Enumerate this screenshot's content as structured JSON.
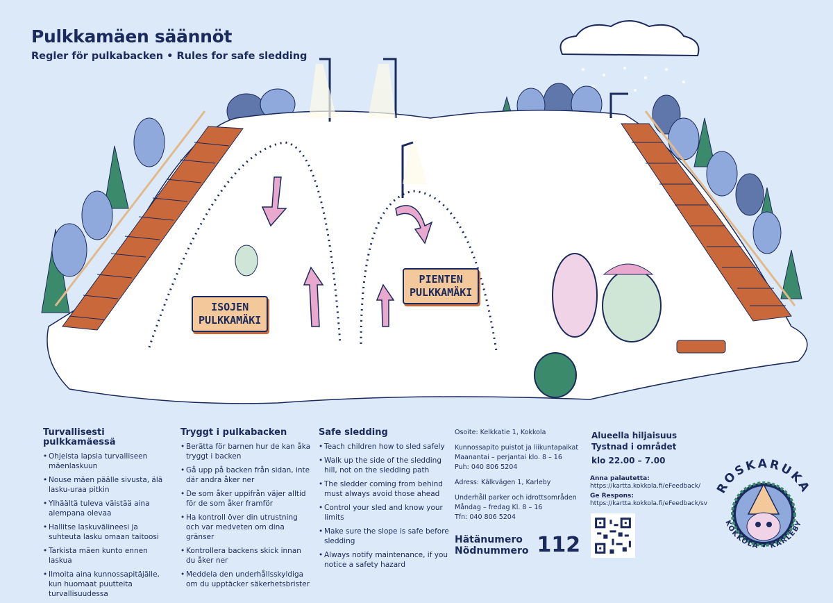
{
  "header": {
    "title": "Pulkkamäen säännöt",
    "subtitle": "Regler för pulkabacken • Rules for safe sledding"
  },
  "signs": {
    "big": [
      "ISOJEN",
      "PULKKAMÄKI"
    ],
    "small": [
      "PIENTEN",
      "PULKKAMÄKI"
    ]
  },
  "rules_fi": {
    "heading": "Turvallisesti pulkkamäessä",
    "items": [
      "Ohjeista lapsia turvalliseen mäenlaskuun",
      "Nouse mäen päälle sivusta, älä lasku-uraa pitkin",
      "Ylhäältä tuleva väistää aina alempana olevaa",
      "Hallitse laskuvälineesi ja suhteuta lasku omaan taitoosi",
      "Tarkista mäen kunto ennen laskua",
      "Ilmoita aina kunnossapitäjälle, kun huomaat puutteita turvallisuudessa"
    ]
  },
  "rules_sv": {
    "heading": "Tryggt i pulkabacken",
    "items": [
      "Berätta för barnen hur de kan åka tryggt i backen",
      "Gå upp på backen från sidan, inte där andra åker ner",
      "De som åker uppifrån väjer alltid för de som åker framför",
      "Ha kontroll över din utrustning och var medveten om dina gränser",
      "Kontrollera backens skick innan du åker ner",
      "Meddela den underhållsskyldiga om du upptäcker säkerhetsbrister"
    ]
  },
  "rules_en": {
    "heading": "Safe sledding",
    "items": [
      "Teach children how to sled safely",
      "Walk up the side of the sledding hill, not on the sledding path",
      "The sledder coming from behind must always avoid those ahead",
      "Control your sled and know your limits",
      "Make sure the slope is safe before sledding",
      "Always notify maintenance, if you notice a safety hazard"
    ]
  },
  "info": {
    "address_fi": "Osoite: Kelkkatie 1, Kokkola",
    "maint_fi": [
      "Kunnossapito puistot ja liikuntapaikat",
      "Maanantai – perjantai klo. 8 – 16",
      "Puh: 040 806 5204"
    ],
    "address_sv": "Adress: Kälkvägen 1, Karleby",
    "maint_sv": [
      "Underhåll parker och idrottsområden",
      "Måndag – fredag Kl. 8 – 16",
      "Tfn:  040 806 5204"
    ]
  },
  "emergency": {
    "label_fi": "Hätänumero",
    "label_sv": "Nödnummero",
    "number": "112"
  },
  "quiet": {
    "fi": "Alueella hiljaisuus",
    "sv": "Tystnad i området",
    "hours": "klo 22.00 – 7.00"
  },
  "feedback": {
    "fi_label": "Anna palautetta:",
    "fi_url": "https://kartta.kokkola.fi/eFeedback/",
    "sv_label": "Ge Respons:",
    "sv_url": "https://kartta.kokkola.fi/eFeedback/sv"
  },
  "logo": {
    "top": "ROSKARUKA",
    "bottom": "KOKKOLA • KARLEBY"
  },
  "colors": {
    "navy": "#1b2a5c",
    "background": "#dce9f8",
    "snow": "#ffffff",
    "stairs": "#c9683a",
    "tree_green": "#3c8a6c",
    "tree_blue": "#8fa9dc",
    "arrow_pink": "#e9a9cf"
  }
}
